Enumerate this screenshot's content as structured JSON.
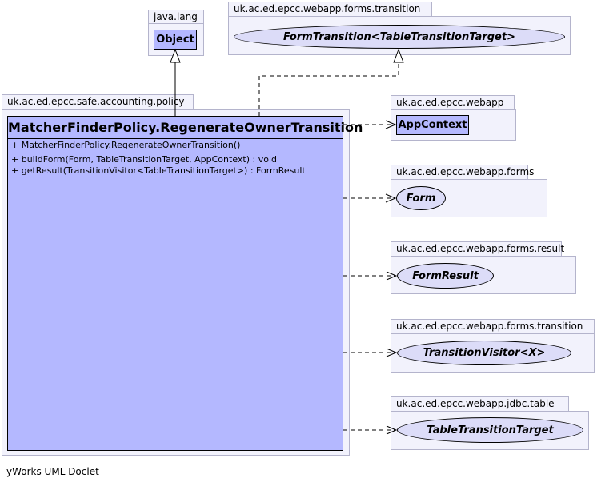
{
  "packages": {
    "java_lang": {
      "name": "java.lang",
      "class": "Object"
    },
    "forms_transition_top": {
      "name": "uk.ac.ed.epcc.webapp.forms.transition",
      "interface": "FormTransition<TableTransitionTarget>"
    },
    "safe_accounting_policy": {
      "name": "uk.ac.ed.epcc.safe.accounting.policy"
    },
    "webapp": {
      "name": "uk.ac.ed.epcc.webapp",
      "class": "AppContext"
    },
    "forms": {
      "name": "uk.ac.ed.epcc.webapp.forms",
      "interface": "Form"
    },
    "forms_result": {
      "name": "uk.ac.ed.epcc.webapp.forms.result",
      "interface": "FormResult"
    },
    "forms_transition": {
      "name": "uk.ac.ed.epcc.webapp.forms.transition",
      "interface": "TransitionVisitor<X>"
    },
    "jdbc_table": {
      "name": "uk.ac.ed.epcc.webapp.jdbc.table",
      "interface": "TableTransitionTarget"
    }
  },
  "main_class": {
    "name": "MatcherFinderPolicy.RegenerateOwnerTransition",
    "constructors": [
      "+  MatcherFinderPolicy.RegenerateOwnerTransition()"
    ],
    "methods": [
      "+  buildForm(Form, TableTransitionTarget, AppContext) : void",
      "+  getResult(TransitionVisitor<TableTransitionTarget>) : FormResult"
    ]
  },
  "footer": "yWorks UML Doclet"
}
